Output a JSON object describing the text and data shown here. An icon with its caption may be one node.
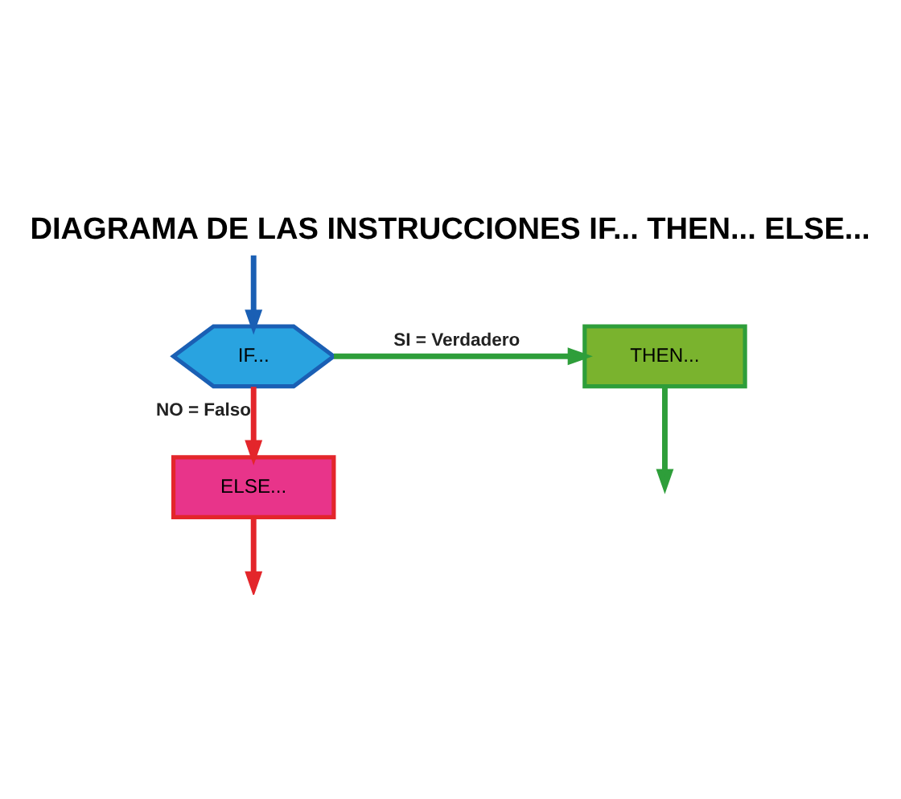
{
  "diagram": {
    "title": "DIAGRAMA DE LAS INSTRUCCIONES IF... THEN... ELSE...",
    "nodes": [
      {
        "text": [
          "IF..."
        ]
      },
      {
        "text": [
          "THEN..."
        ]
      },
      {
        "text": [
          "ELSE..."
        ]
      }
    ],
    "edges": [
      {
        "from": null,
        "to": 0,
        "arrow": "to",
        "color": "#1a5fb4"
      },
      {
        "from": 0,
        "to": 1,
        "arrow": "to",
        "label": "SI = Verdadero",
        "color": "#2e9e3a"
      },
      {
        "from": 0,
        "to": 2,
        "arrow": "to",
        "label": "NO = Falso",
        "color": "#e3262b"
      },
      {
        "from": 1,
        "to": null,
        "arrow": "to",
        "color": "#2e9e3a"
      },
      {
        "from": 2,
        "to": null,
        "arrow": "to",
        "color": "#e3262b"
      }
    ]
  }
}
